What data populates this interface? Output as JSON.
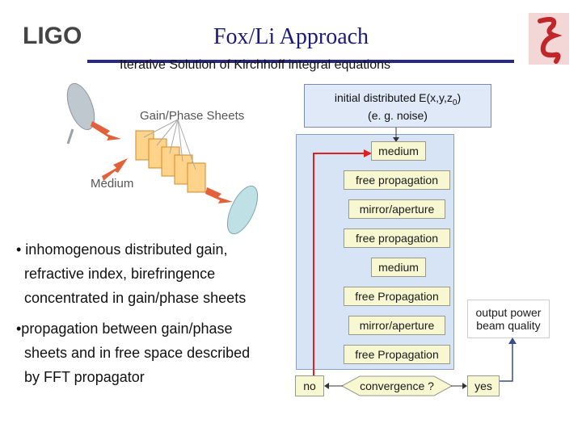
{
  "header": {
    "logo": "LIGO",
    "title": "Fox/Li Approach",
    "subtitle": "Iterative Solution of Kirchhoff integral equations"
  },
  "diagram": {
    "gain_phase_label": "Gain/Phase Sheets",
    "medium_label": "Medium"
  },
  "flow": {
    "initial_line1": "initial distributed E(x,y,z",
    "initial_sub": "0",
    "initial_tail": ")",
    "initial_line2": "(e. g. noise)",
    "steps": [
      "medium",
      "free propagation",
      "mirror/aperture",
      "free propagation",
      "medium",
      "free Propagation",
      "mirror/aperture",
      "free Propagation"
    ],
    "convergence": "convergence ?",
    "no": "no",
    "yes": "yes",
    "output_line1": "output power",
    "output_line2": "beam quality"
  },
  "bullets": {
    "b1": "• inhomogenous distributed gain,\n  refractive index, birefringence\n  concentrated in gain/phase sheets",
    "b2": "•propagation between gain/phase\n  sheets and in free space described\n  by FFT propagator"
  },
  "colors": {
    "title": "#1a1a7a",
    "rule": "#2a2a7a",
    "box_fill": "#f7f7d2",
    "loop_panel": "#d6e4f6",
    "loop_arrow": "#e02020",
    "initial_box": "#dfe9f7"
  }
}
